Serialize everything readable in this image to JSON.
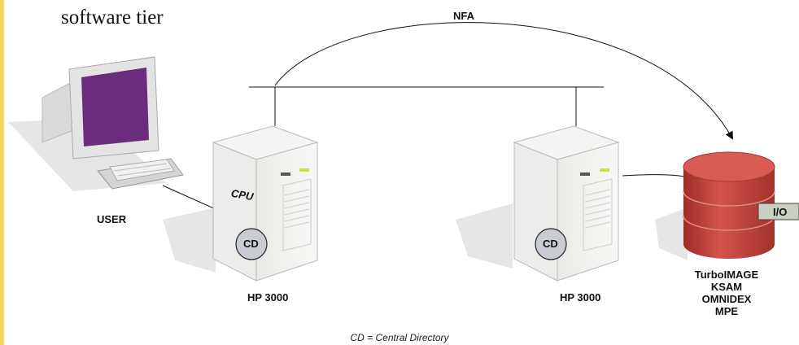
{
  "title": "software tier",
  "labels": {
    "nfa": "NFA",
    "user": "USER",
    "cpu": "CPU",
    "cd_left": "CD",
    "cd_right": "CD",
    "host_left": "HP 3000",
    "host_right": "HP 3000",
    "io": "I/O"
  },
  "database_stack": [
    "TurboIMAGE",
    "KSAM",
    "OMNIDEX",
    "MPE"
  ],
  "caption": "CD = Central Directory",
  "colors": {
    "monitor_screen": "#6b2c7e",
    "database": "#c9423c",
    "cd_badge": "#c9ccd3",
    "accent_rule": "#f4d85a"
  }
}
